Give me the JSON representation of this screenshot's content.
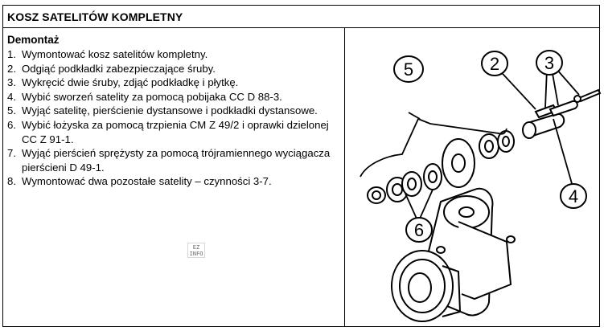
{
  "document": {
    "title": "KOSZ SATELITÓW KOMPLETNY",
    "section": "Demontaż",
    "steps": [
      {
        "num": "1.",
        "text": "Wymontować kosz satelitów kompletny."
      },
      {
        "num": "2.",
        "text": "Odgiąć podkładki zabezpieczające śruby."
      },
      {
        "num": "3.",
        "text": "Wykręcić dwie śruby, zdjąć podkładkę i płytkę."
      },
      {
        "num": "4.",
        "text": "Wybić sworzeń satelity za pomocą pobijaka CC D 88-3."
      },
      {
        "num": "5.",
        "text": "Wyjąć satelitę, pierścienie dystansowe i podkładki dystansowe."
      },
      {
        "num": "6.",
        "text": "Wybić łożyska za pomocą trzpienia CM Z 49/2 i oprawki dzielonej CC Z 91-1."
      },
      {
        "num": "7.",
        "text": "Wyjąć pierścień sprężysty za pomocą trójramiennego wyciągacza pierścieni D 49-1."
      },
      {
        "num": "8.",
        "text": "Wymontować dwa pozostałe satelity – czynności 3-7."
      }
    ]
  },
  "figure": {
    "callouts": [
      "5",
      "2",
      "3",
      "4",
      "6"
    ]
  },
  "watermark": {
    "line1": "EZ",
    "line2": "INFO"
  }
}
